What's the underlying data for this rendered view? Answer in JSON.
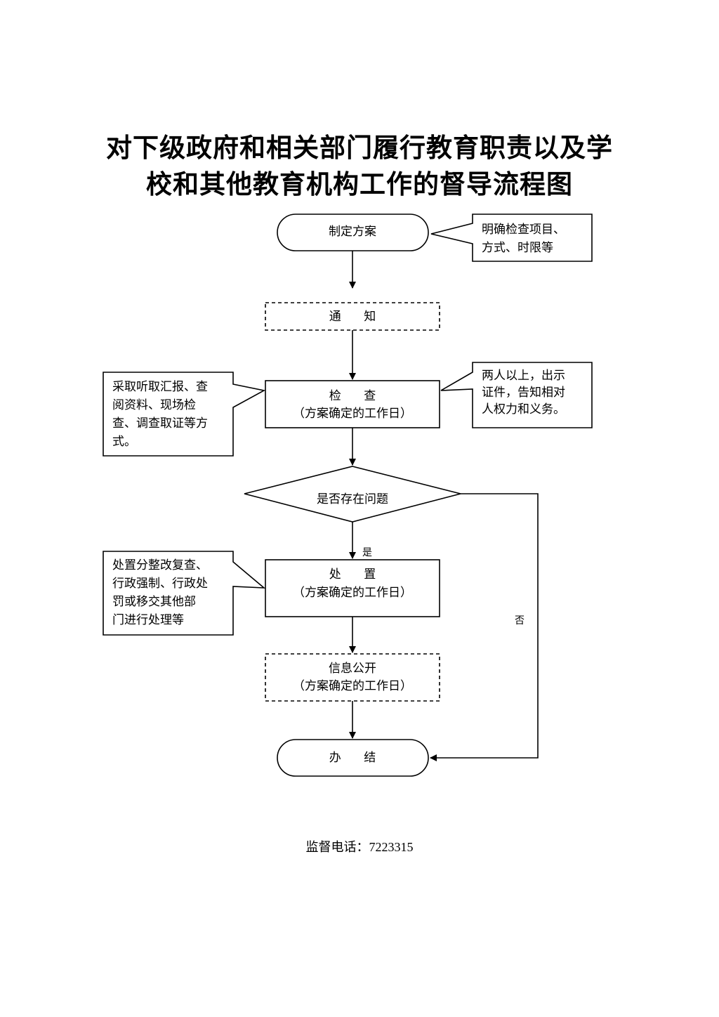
{
  "title": {
    "line1": "对下级政府和相关部门履行教育职责以及学",
    "line2": "校和其他教育机构工作的督导流程图"
  },
  "nodes": {
    "plan": "制定方案",
    "notify": "通      知",
    "inspect": {
      "label": "检      查",
      "sub": "（方案确定的工作日）"
    },
    "decision": "是否存在问题",
    "handle": {
      "label": "处      置",
      "sub": "（方案确定的工作日）"
    },
    "publish": {
      "label": "信息公开",
      "sub": "（方案确定的工作日）"
    },
    "finish": "办      结"
  },
  "notes": {
    "plan_note": [
      "明确检查项目、",
      "方式、时限等"
    ],
    "inspect_left": [
      "采取听取汇报、查",
      "阅资料、现场检",
      "查、调查取证等方",
      "式。"
    ],
    "inspect_right": [
      "两人以上，出示",
      "证件，告知相对",
      "人权力和义务。"
    ],
    "handle_left": [
      "处置分整改复查、",
      "行政强制、行政处",
      "罚或移交其他部",
      "门进行处理等"
    ]
  },
  "edge_labels": {
    "yes": "是",
    "no": "否"
  },
  "footer": {
    "label": "监督电话：",
    "phone": "7223315"
  }
}
